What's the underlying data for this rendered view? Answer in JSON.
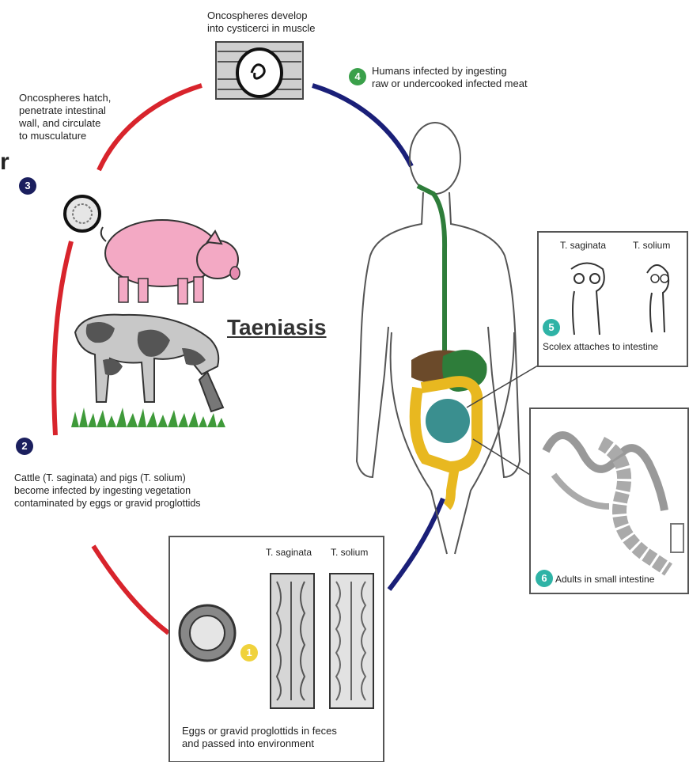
{
  "diagram": {
    "title": "Taeniasis",
    "edge_fragment": "r",
    "stages": [
      {
        "number": "1",
        "text_lines": [
          "Eggs or gravid proglottids in feces",
          "and passed into environment"
        ],
        "color": "#f0d23c"
      },
      {
        "number": "2",
        "text_lines": [
          "Cattle (T. saginata) and pigs (T. solium)",
          "become infected by ingesting vegetation",
          "contaminated by eggs or gravid proglottids"
        ],
        "color": "#1b1f5e"
      },
      {
        "number": "3",
        "text_lines": [
          "Oncospheres hatch,",
          "penetrate intestinal",
          "wall, and circulate",
          "to musculature"
        ],
        "color": "#1b1f5e"
      },
      {
        "number": "4",
        "text_lines": [
          "Humans infected by ingesting",
          "raw or undercooked infected meat"
        ],
        "color": "#3aa04a"
      },
      {
        "number": "5",
        "text_lines": [
          "Scolex attaches to intestine"
        ],
        "color": "#2fb3a6"
      },
      {
        "number": "6",
        "text_lines": [
          "Adults in small intestine"
        ],
        "color": "#2fb3a6"
      }
    ],
    "top_caption_lines": [
      "Oncospheres develop",
      "into cysticerci in muscle"
    ],
    "species": {
      "saginata": "T. saginata",
      "solium": "T. solium"
    },
    "colors": {
      "red_arc": "#d8242c",
      "blue_arc": "#1a1f78",
      "stomach": "#2e7d3a",
      "intestine": "#e8b820",
      "liver": "#6b4a2a",
      "small_int": "#3a8f8f"
    }
  }
}
